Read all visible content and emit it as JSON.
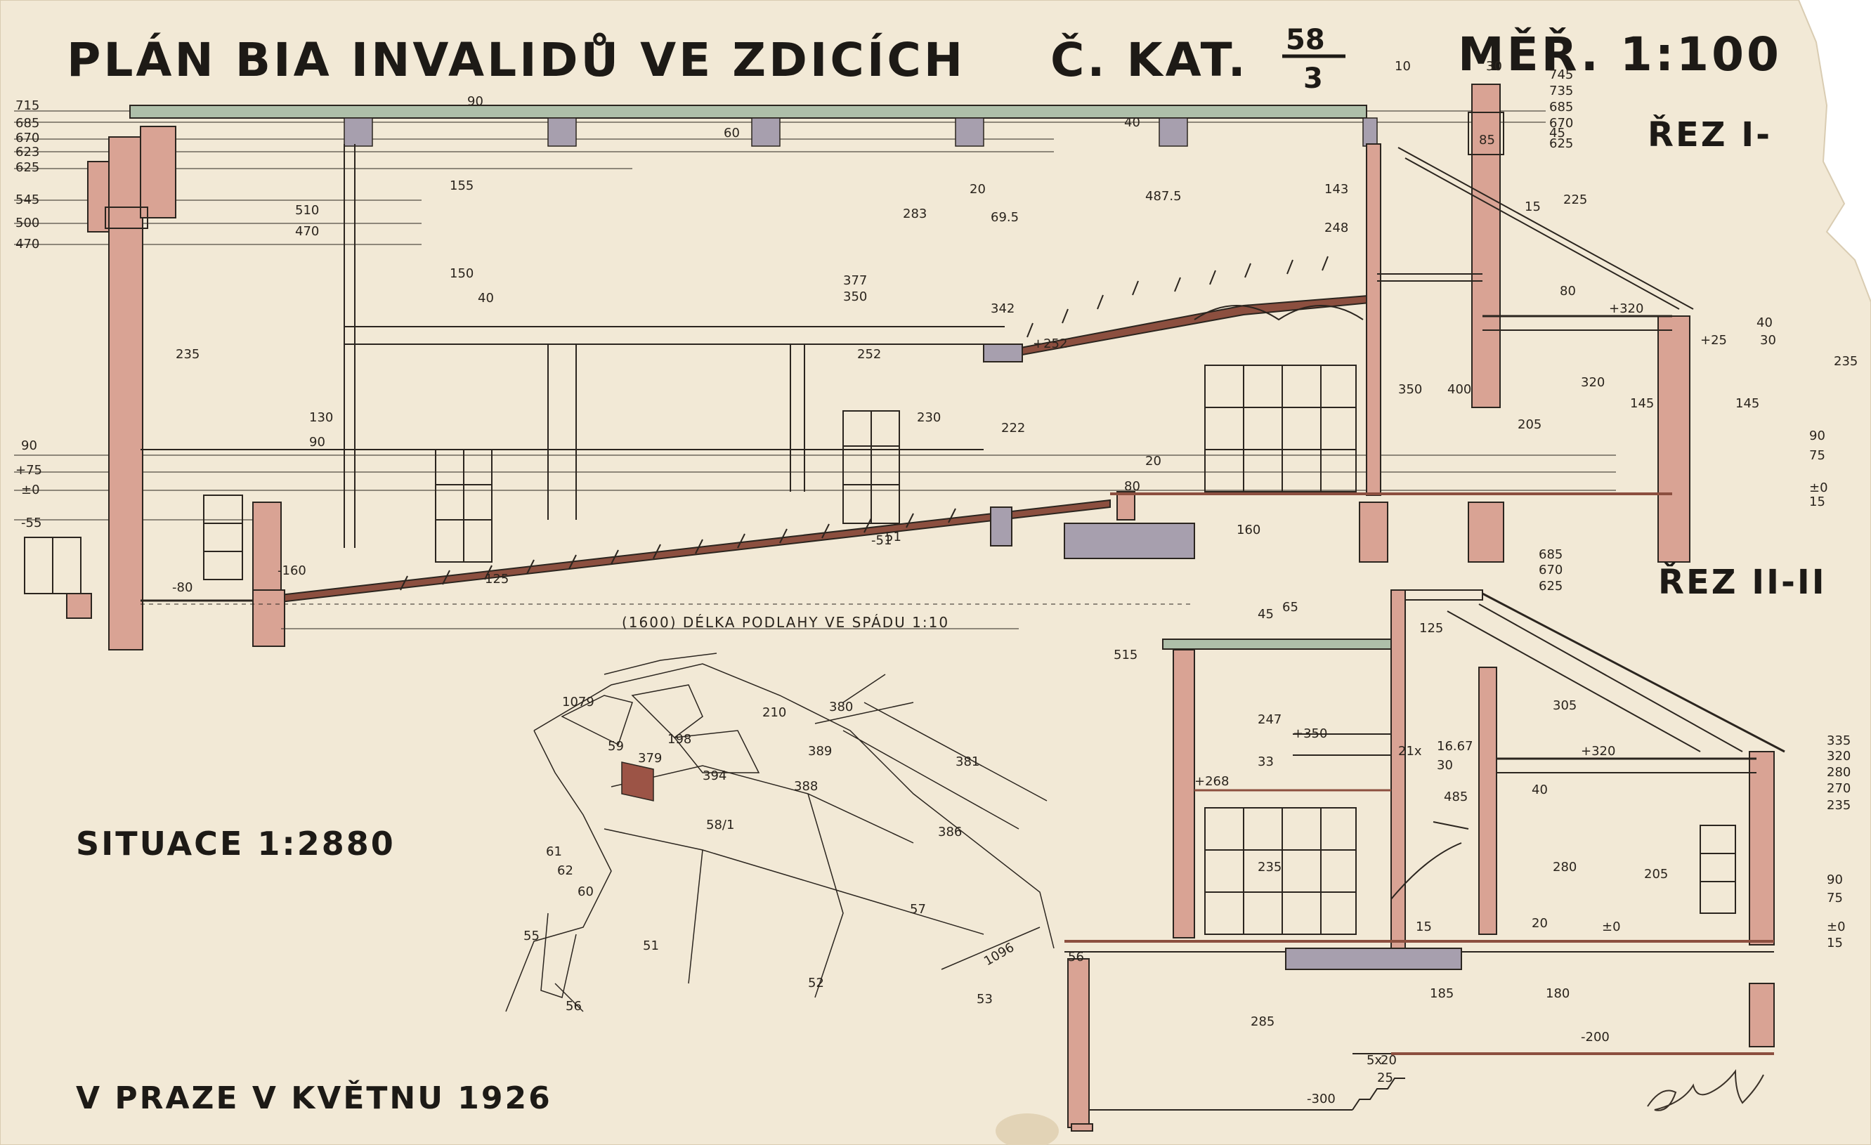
{
  "title": {
    "main": "PLÁN BIA INVALIDŮ VE ZDICÍCH",
    "cadastre_prefix": "Č. KAT.",
    "cadastre_num": "58",
    "cadastre_den": "3",
    "scale": "MĚŘ. 1:100"
  },
  "sections": {
    "section_1": "ŘEZ I-",
    "section_2": "ŘEZ II-II"
  },
  "situation": {
    "label": "SITUACE 1:2880",
    "parcels": [
      "1079",
      "380",
      "389",
      "381",
      "388",
      "386",
      "58/1",
      "61",
      "62",
      "60",
      "55",
      "51",
      "57",
      "52",
      "53",
      "56",
      "1096",
      "59",
      "379",
      "394",
      "210",
      "198"
    ]
  },
  "place_date": "V PRAZE V KVĚTNU 1926",
  "floor_note": "(1600) DÉLKA PODLAHY VE SPÁDU 1:10",
  "left_levels": [
    "715",
    "685",
    "670",
    "623",
    "625",
    "545",
    "500",
    "470",
    "90",
    "+75",
    "±0",
    "-55"
  ],
  "right_levels_1": [
    "745",
    "735",
    "685",
    "670",
    "625"
  ],
  "right_levels_2": [
    "90",
    "75",
    "±0",
    "15"
  ],
  "right_levels_3": [
    "685",
    "670",
    "625"
  ],
  "right_levels_4": [
    "335",
    "320",
    "280",
    "270",
    "235"
  ],
  "right_levels_5": [
    "90",
    "75",
    "±0",
    "15"
  ],
  "dims_section_1": [
    "90",
    "510",
    "470",
    "155",
    "150",
    "40",
    "235",
    "130",
    "90",
    "283",
    "69.5",
    "20",
    "487.5",
    "143",
    "248",
    "377",
    "350",
    "342",
    "252",
    "+252",
    "230",
    "222",
    "160",
    "51",
    "125",
    "-160",
    "-80",
    "80",
    "20",
    "350",
    "400",
    "205",
    "320",
    "145",
    "145",
    "+320",
    "+25",
    "40",
    "30",
    "235",
    "80",
    "225",
    "15",
    "45",
    "85",
    "60",
    "40",
    "10",
    "30",
    "-51"
  ],
  "dims_section_2": [
    "515",
    "45",
    "65",
    "247",
    "+350",
    "21x",
    "16.67",
    "30",
    "485",
    "+268",
    "33",
    "235",
    "125",
    "305",
    "+320",
    "280",
    "205",
    "20",
    "±0",
    "15",
    "185",
    "180",
    "285",
    "-300",
    "-200",
    "5x",
    "20",
    "25",
    "40",
    "56"
  ],
  "colors": {
    "paper": "#f2e9d6",
    "ink": "#2b251f",
    "pink_wash": "#d9a394",
    "violet_wash": "#a79fae",
    "green_wash": "#aebfa9"
  }
}
